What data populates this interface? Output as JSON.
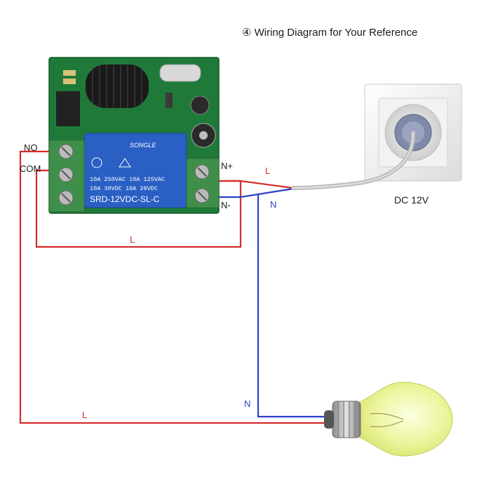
{
  "title": "④ Wiring Diagram for Your Reference",
  "terminals": {
    "no": "NO",
    "com": "COM",
    "n_plus": "N+",
    "n_minus": "N-"
  },
  "power_source": "DC 12V",
  "wire_labels": {
    "l_top": "L",
    "n_top": "N",
    "l_loop": "L",
    "n_bottom": "N",
    "l_bottom": "L"
  },
  "relay": {
    "brand": "SONGLE",
    "line1": "10A 250VAC  10A 125VAC",
    "line2": "10A  30VDC  10A  28VDC",
    "model": "SRD-12VDC-SL-C"
  },
  "colors": {
    "live_wire": "#d42a2a",
    "neutral_wire": "#2a3fc8",
    "pcb": "#1f7a3a",
    "relay": "#2a5fc4",
    "terminal": "#3f8f4a"
  }
}
